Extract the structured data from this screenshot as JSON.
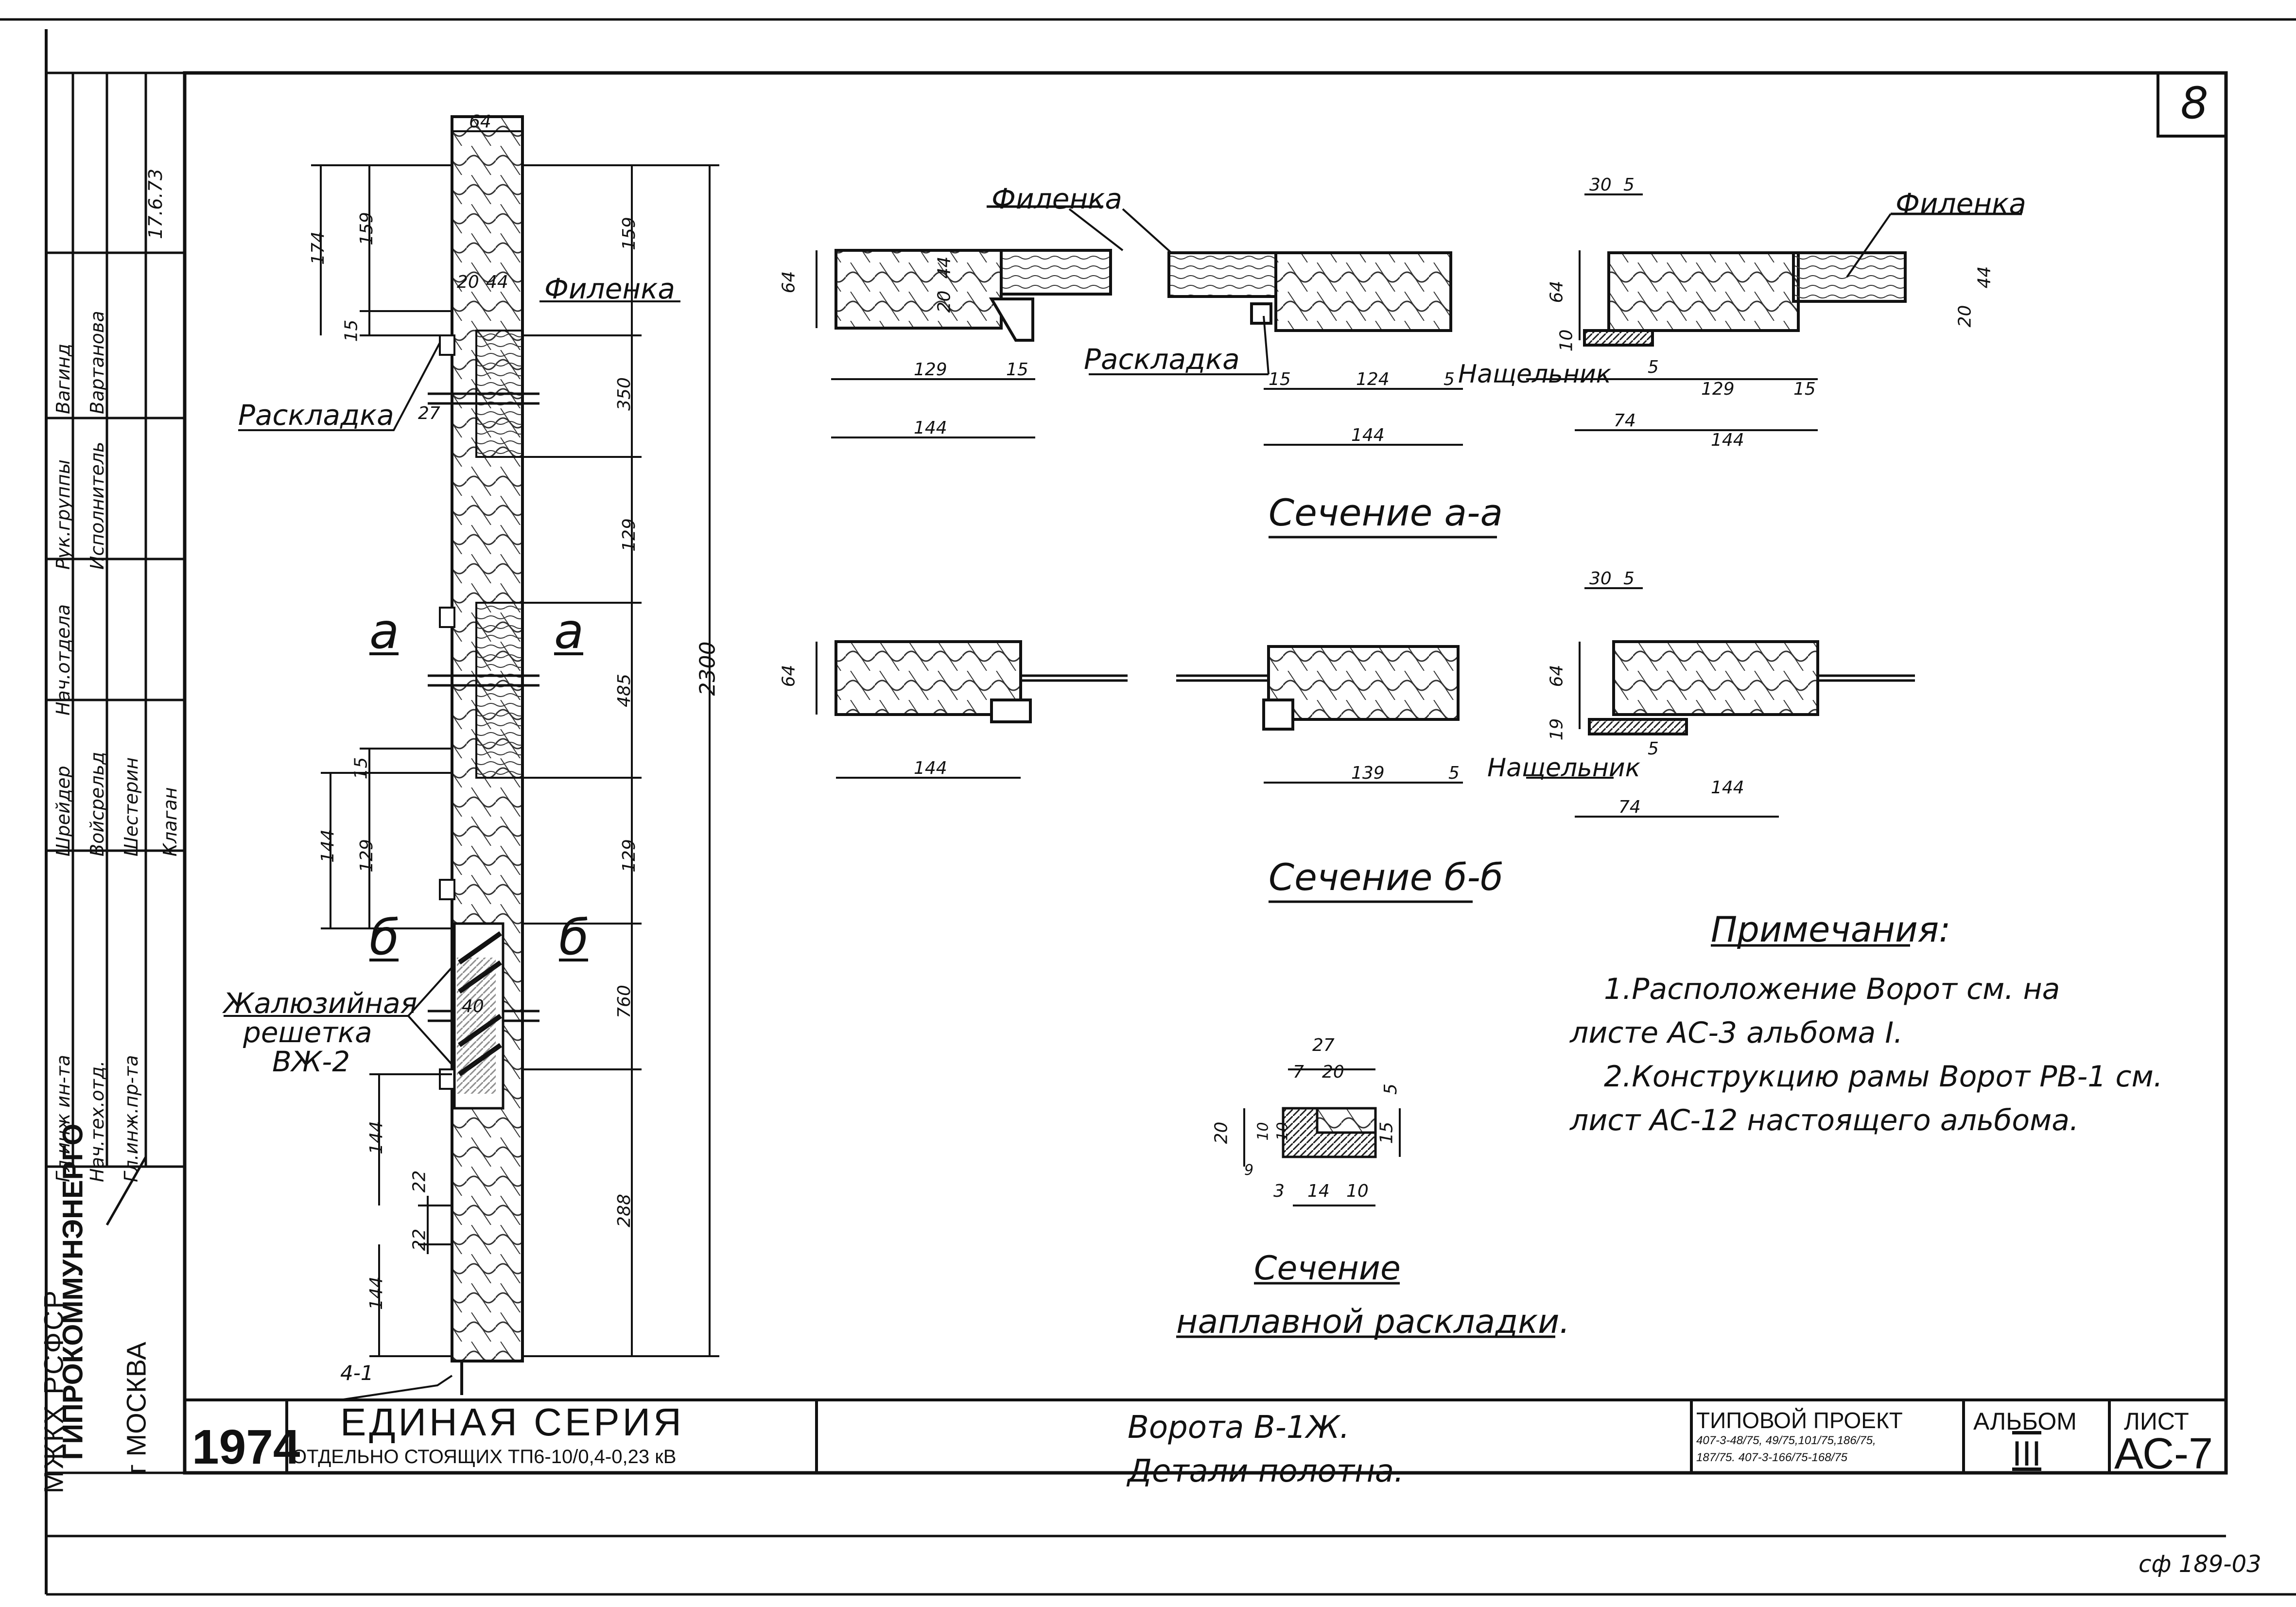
{
  "sheet_number": "8",
  "bottom_code": "cф 189-03",
  "stamp_signature_date": "17.6.73",
  "title_block": {
    "org_ministry": "МЖКХ РСФСР",
    "org_name": "ГИПРОКОММУНЭНЕРГО",
    "org_city": "г МОСКВА",
    "year": "1974",
    "series_title": "ЕДИНАЯ СЕРИЯ",
    "series_sub": "ОТДЕЛЬНО СТОЯЩИХ ТП6-10/0,4-0,23 кВ",
    "object_title_1": "Ворота В-1Ж.",
    "object_title_2": "Детали полотна.",
    "project_label": "ТИПОВОЙ ПРОЕКТ",
    "project_codes_1": "407-3-48/75, 49/75,101/75,186/75,",
    "project_codes_2": "187/75. 407-3-166/75-168/75",
    "album_label": "АЛЬБОМ",
    "album_value": "III",
    "sheet_label": "ЛИСТ",
    "sheet_value": "АС-7"
  },
  "staff": [
    {
      "role": "Гл.инж ин-та",
      "name": ""
    },
    {
      "role": "Нач.тех.отд.",
      "name": ""
    },
    {
      "role": "Гл.инж.пр-та",
      "name": "Шрейдер"
    },
    {
      "role": "Нач.отдела",
      "name": "Войсрельд"
    },
    {
      "role": "Рук.группы",
      "name": "Шестерин"
    },
    {
      "role": "Исполнитель",
      "name": "Клаган"
    },
    {
      "role": "",
      "name": "Вагинд"
    },
    {
      "role": "",
      "name": "Вартанова"
    }
  ],
  "labels": {
    "filenka": "Филенка",
    "raskladka": "Раскладка",
    "naschelnik": "Нащельник",
    "jalousie_1": "Жалюзийная",
    "jalousie_2": "решетка",
    "jalousie_3": "ВЖ-2",
    "mark_a": "а",
    "mark_b": "б",
    "bolt": "4-1"
  },
  "sections": {
    "aa": "Сечение а-а",
    "bb": "Сечение б-б",
    "rask_1": "Сечение",
    "rask_2": "наплавной раскладки."
  },
  "notes": {
    "title": "Примечания:",
    "line1": "1.Расположение Ворот см. на",
    "line2": "листе АС-3 альбома I.",
    "line3": "2.Конструкцию рамы Ворот РВ-1 см.",
    "line4": "лист АС-12 настоящего альбома."
  },
  "dims": {
    "top": "64",
    "left": [
      "174",
      "159",
      "15",
      "144",
      "129",
      "15",
      "144",
      "22",
      "22",
      "144"
    ],
    "right": [
      "159",
      "350",
      "129",
      "485",
      "129",
      "760",
      "288"
    ],
    "total": "2300",
    "inner": [
      "20",
      "44",
      "27",
      "40"
    ],
    "aa": [
      "64",
      "20",
      "44",
      "129",
      "15",
      "144",
      "15",
      "124",
      "5",
      "144",
      "30",
      "5",
      "64",
      "10",
      "20",
      "44",
      "5",
      "129",
      "15",
      "74",
      "144"
    ],
    "bb": [
      "64",
      "144",
      "139",
      "5",
      "30",
      "5",
      "64",
      "19",
      "5",
      "74",
      "144"
    ],
    "rask": [
      "27",
      "7",
      "20",
      "20",
      "9",
      "10",
      "10",
      "15",
      "5",
      "3",
      "14",
      "10"
    ]
  }
}
